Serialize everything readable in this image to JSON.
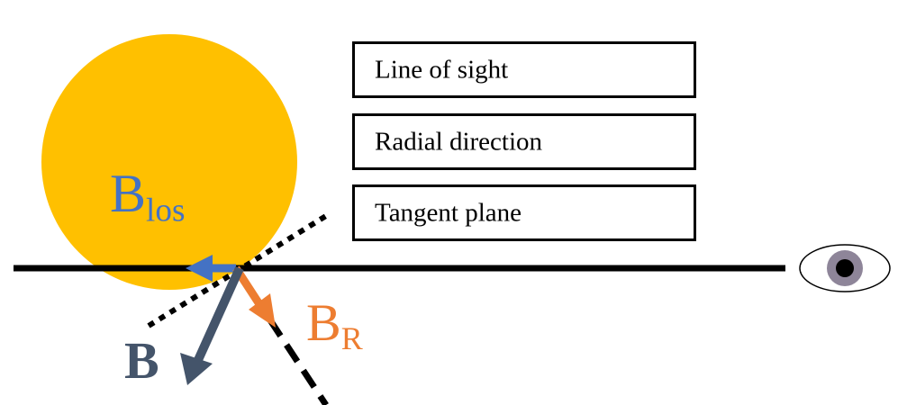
{
  "legend": {
    "items": [
      {
        "label": "Line of sight",
        "style": "solid"
      },
      {
        "label": "Radial direction",
        "style": "dashed"
      },
      {
        "label": "Tangent plane",
        "style": "dotted"
      }
    ]
  },
  "labels": {
    "b_los_main": "B",
    "b_los_sub": "los",
    "b_r_main": "B",
    "b_r_sub": "R",
    "b": "B"
  },
  "colors": {
    "sun": "#FFC000",
    "b_los": "#4472C4",
    "b_r": "#ED7D31",
    "b": "#44546A",
    "eye_iris": "#8E8599",
    "line": "#000000"
  },
  "icons": {
    "observer": "eye-icon"
  }
}
